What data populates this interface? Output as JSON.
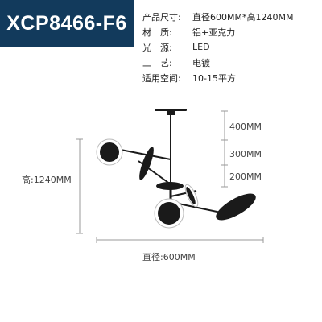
{
  "model": "XCP8466-F6",
  "specs": [
    {
      "label": "产品尺寸:",
      "value": "直径600MM*高1240MM"
    },
    {
      "label": "材　质:",
      "value": "铝+亚克力"
    },
    {
      "label": "光　源:",
      "value": "LED"
    },
    {
      "label": "工　艺:",
      "value": "电镀"
    },
    {
      "label": "适用空间:",
      "value": "10-15平方"
    }
  ],
  "dimensions": {
    "height_label": "高:1240MM",
    "diameter_label": "直径:600MM",
    "segments": [
      "400MM",
      "300MM",
      "200MM"
    ]
  },
  "colors": {
    "badge": "#123a5c",
    "lamp": "#1a1a1a",
    "dim_line": "#999999"
  }
}
